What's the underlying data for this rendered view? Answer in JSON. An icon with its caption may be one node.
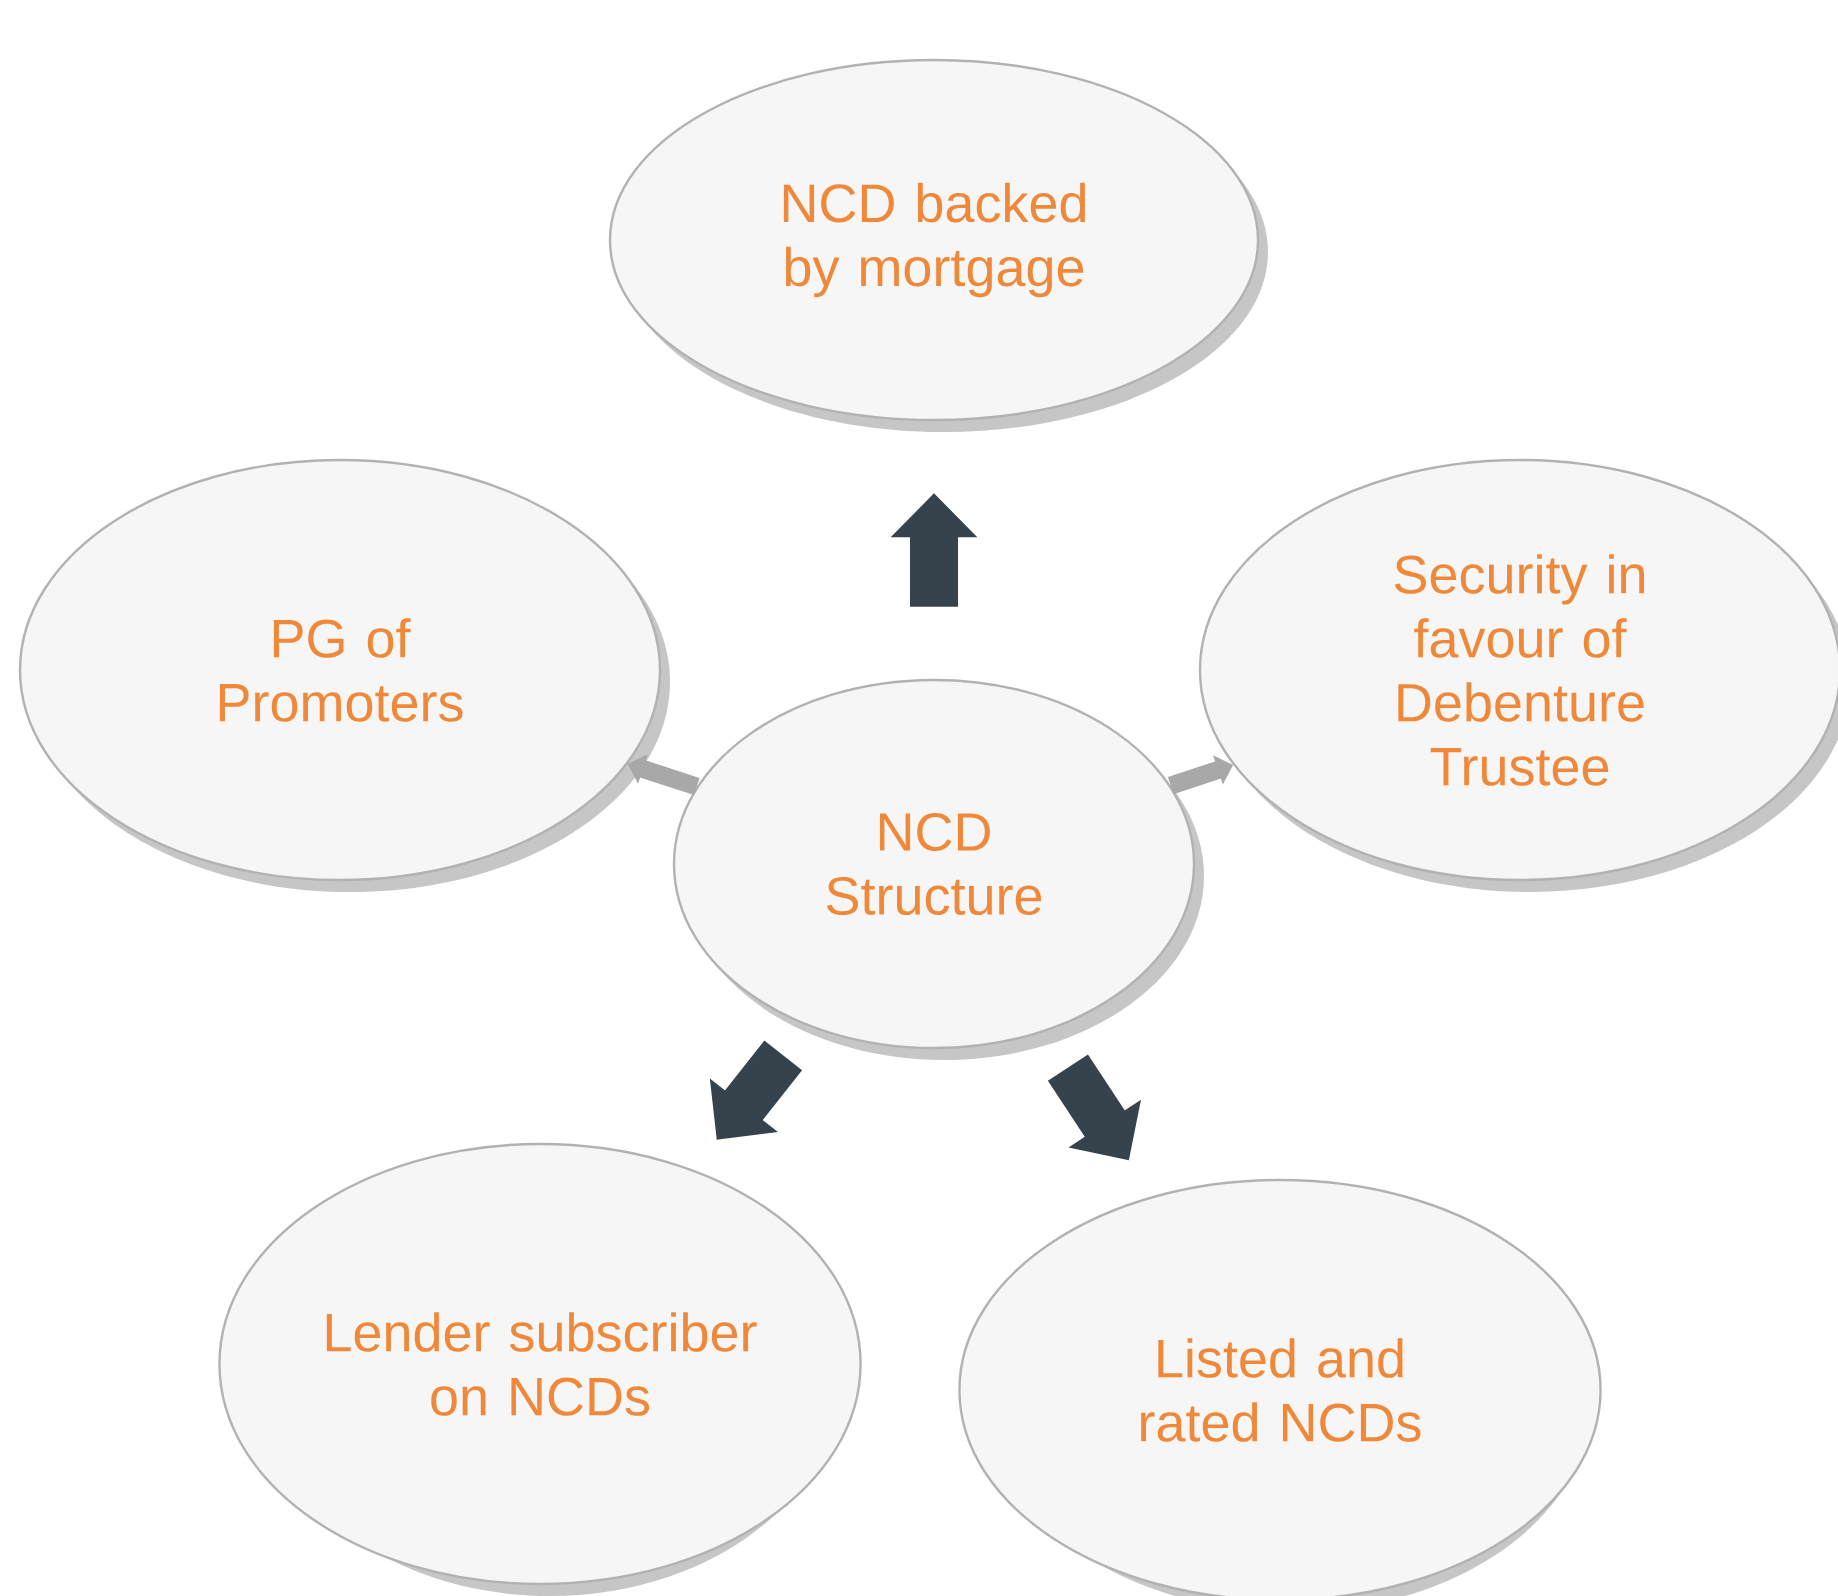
{
  "diagram": {
    "nodes": [
      {
        "text": [
          "NCD backed by mortgage"
        ]
      },
      {
        "text": [
          "PG of Promoters"
        ]
      },
      {
        "text": [
          "Security in favour of Debenture Trustee"
        ]
      },
      {
        "text": [
          "NCD Structure"
        ]
      },
      {
        "text": [
          "Lender subscriber on NCDs"
        ]
      },
      {
        "text": [
          "Listed and rated NCDs"
        ]
      }
    ],
    "edges": [
      {
        "from": 3,
        "to": 0,
        "arrow": "to"
      },
      {
        "from": 3,
        "to": 1,
        "arrow": "to",
        "color": "#a8a8a8"
      },
      {
        "from": 3,
        "to": 2,
        "arrow": "to",
        "color": "#a8a8a8"
      },
      {
        "from": 3,
        "to": 4,
        "arrow": "to"
      },
      {
        "from": 3,
        "to": 5,
        "arrow": "to"
      }
    ]
  }
}
